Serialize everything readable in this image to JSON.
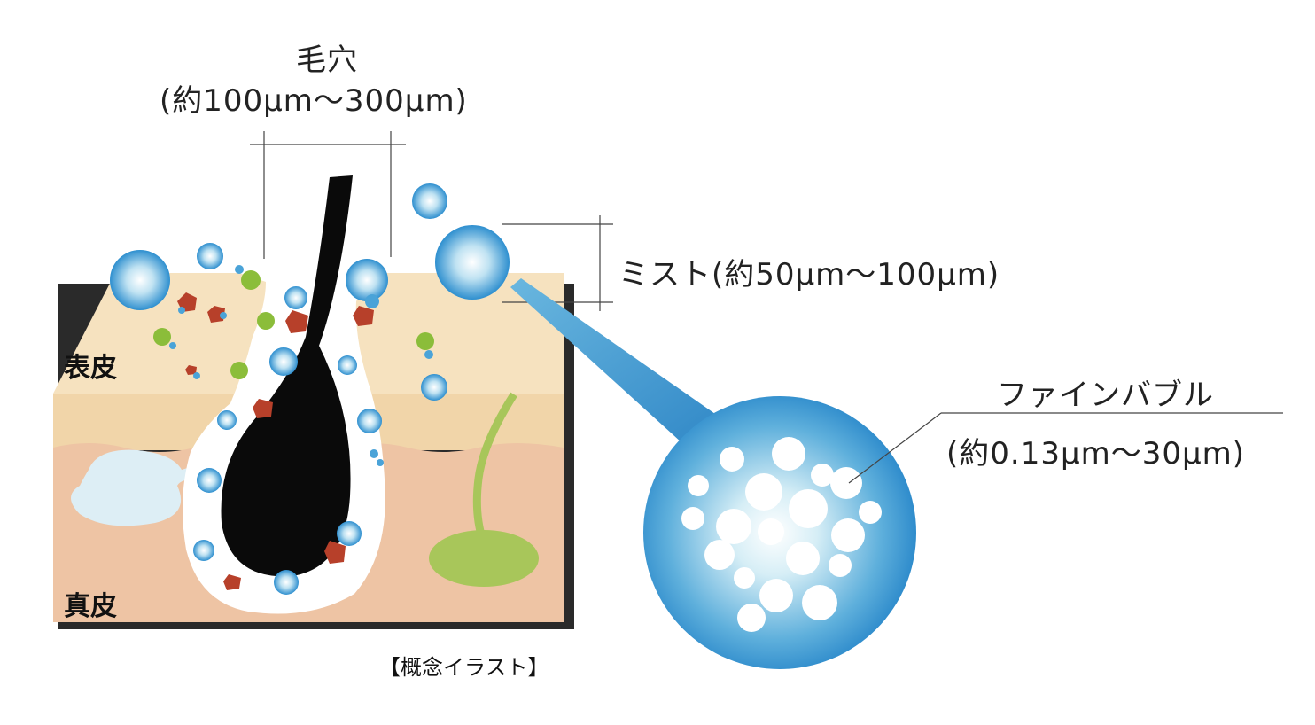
{
  "labels": {
    "pore_title": "毛穴",
    "pore_size": "(約100μm～300μm)",
    "mist": "ミスト(約50μm～100μm)",
    "fine_bubble_title": "ファインバブル",
    "fine_bubble_size": "(約0.13μm～30μm)",
    "epidermis": "表皮",
    "dermis": "真皮",
    "caption": "【概念イラスト】"
  },
  "colors": {
    "epidermis": "#f6dfb6",
    "dermis": "#eec4a4",
    "hair": "#0a0a0a",
    "bubble": "#3d9ad2",
    "dirt_red": "#b7402a",
    "dirt_green": "#8bbd3a",
    "gland": "#a8c65a"
  }
}
